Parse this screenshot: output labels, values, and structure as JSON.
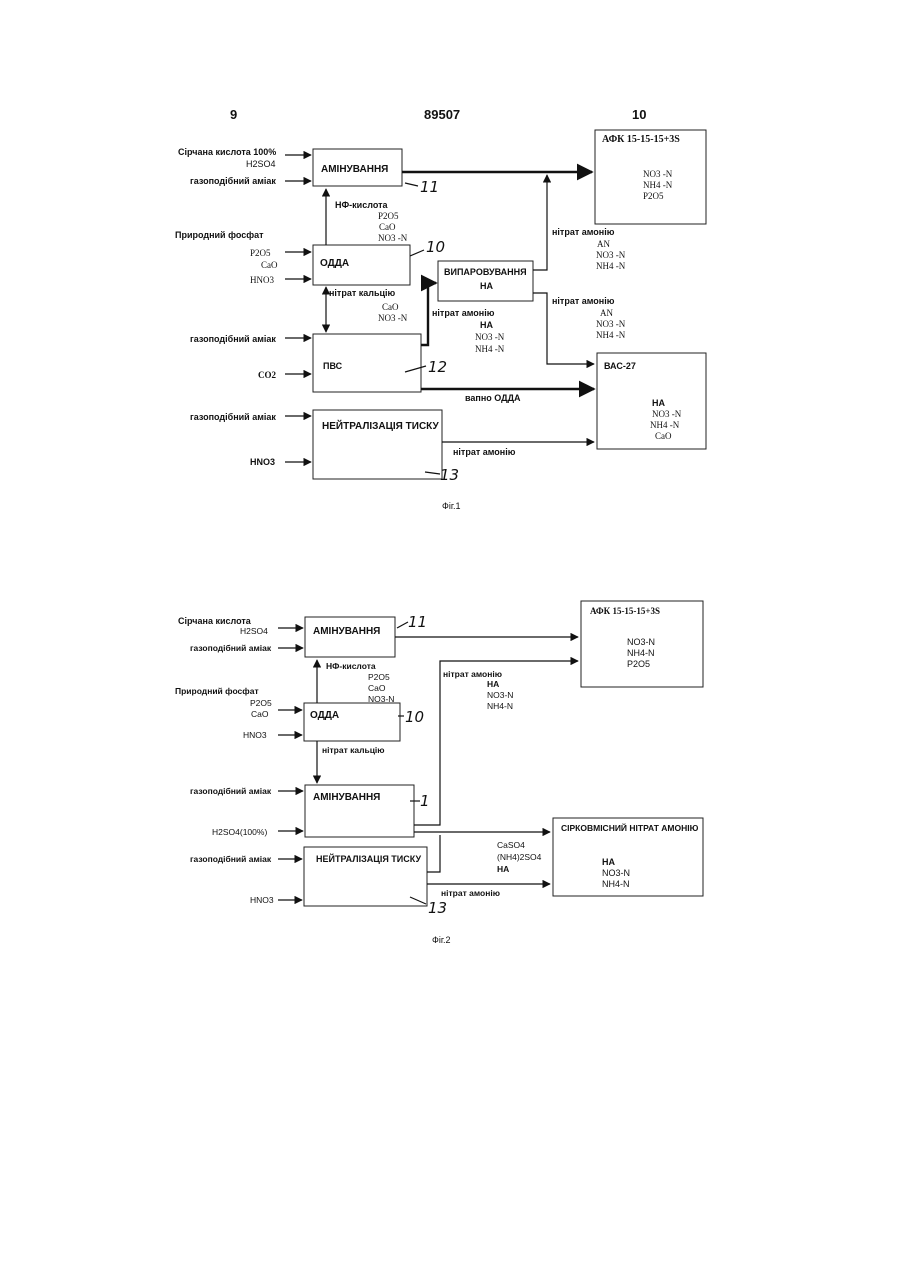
{
  "header": {
    "left": "9",
    "center": "89507",
    "right": "10"
  },
  "fig1": {
    "caption": "Фіг.1",
    "inputs": {
      "sulfuric": "Сірчана кислота 100%",
      "h2so4": "H2SO4",
      "ammonia1": "газоподібний аміак",
      "phosphate": "Природний фосфат",
      "p2o5": "P2O5",
      "cao": "CaO",
      "hno3": "HNO3",
      "ammonia2": "газоподібний аміак",
      "co2": "CO2",
      "ammonia3": "газоподібний аміак",
      "hno3_b": "HNO3"
    },
    "boxes": {
      "amination": "АМІНУВАННЯ",
      "odda": "ОДДА",
      "evaporation": "ВИПАРОВУВАННЯ",
      "evaporation_sub": "НА",
      "pvs": "ПВС",
      "neutralization": "НЕЙТРАЛІЗАЦІЯ ТИСКУ",
      "afk": "АФК 15-15-15+3S",
      "afk_lines": [
        "NO3 -N",
        "NH4 -N",
        "P2O5"
      ],
      "vas": "ВАС-27",
      "vas_lines": [
        "НА",
        "NO3 -N",
        "NH4 -N",
        "CaO"
      ]
    },
    "flows": {
      "nf_acid": "НФ-кислота",
      "nf_lines": [
        "P2O5",
        "CaO",
        "NO3 -N"
      ],
      "calcium_nitrate": "нітрат кальцію",
      "cn_lines": [
        "CaO",
        "NO3 -N"
      ],
      "an_from_pvs": "нітрат амонію",
      "an_from_pvs_lines": [
        "НА",
        "NO3 -N",
        "NH4 -N"
      ],
      "an_to_afk": "нітрат амонію",
      "an_to_afk_lines": [
        "AN",
        "NO3 -N",
        "NH4 -N"
      ],
      "an_to_vas": "нітрат амонію",
      "an_to_vas_lines": [
        "AN",
        "NO3 -N",
        "NH4 -N"
      ],
      "lime": "вапно ОДДА",
      "an_neutral": "нітрат амонію"
    },
    "refs": {
      "r11": "11",
      "r10": "10",
      "r12": "12",
      "r13": "13"
    }
  },
  "fig2": {
    "caption": "Фіг.2",
    "inputs": {
      "sulfuric": "Сірчана кислота",
      "h2so4": "H2SO4",
      "ammonia1": "газоподібний аміак",
      "phosphate": "Природний фосфат",
      "p2o5": "P2O5",
      "cao": "CaO",
      "hno3": "HNO3",
      "ammonia2": "газоподібний аміак",
      "h2so4_100": "H2SO4(100%)",
      "ammonia3": "газоподібний аміак",
      "hno3_b": "HNO3"
    },
    "boxes": {
      "amination": "АМІНУВАННЯ",
      "odda": "ОДДА",
      "amination2": "АМІНУВАННЯ",
      "neutralization": "НЕЙТРАЛІЗАЦІЯ ТИСКУ",
      "afk": "АФК 15-15-15+3S",
      "afk_lines": [
        "NO3-N",
        "NH4-N",
        "P2O5"
      ],
      "sulfur_an": "СІРКОВМІСНИЙ НІТРАТ АМОНІЮ",
      "sulfur_an_lines": [
        "НА",
        "NO3-N",
        "NH4-N"
      ]
    },
    "flows": {
      "nf_acid": "НФ-кислота",
      "nf_lines": [
        "P2O5",
        "CaO",
        "NO3-N"
      ],
      "calcium_nitrate": "нітрат кальцію",
      "an_to_afk": "нітрат амонію",
      "an_to_afk_lines": [
        "НА",
        "NO3-N",
        "NH4-N"
      ],
      "caso4": "CaSO4",
      "nh42so4": "(NH4)2SO4",
      "na": "НА",
      "an_neutral": "нітрат амонію"
    },
    "refs": {
      "r11": "11",
      "r10": "10",
      "r1": "1",
      "r13": "13"
    }
  }
}
